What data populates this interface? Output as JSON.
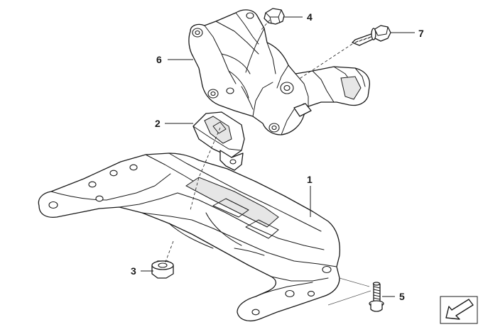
{
  "callouts": [
    {
      "id": "1",
      "label": "1"
    },
    {
      "id": "2",
      "label": "2"
    },
    {
      "id": "3",
      "label": "3"
    },
    {
      "id": "4",
      "label": "4"
    },
    {
      "id": "5",
      "label": "5"
    },
    {
      "id": "6",
      "label": "6"
    },
    {
      "id": "7",
      "label": "7"
    }
  ],
  "icons": {
    "direction": "forward-arrow-icon"
  },
  "colors": {
    "line": "#1a1a1a",
    "background": "#ffffff"
  }
}
